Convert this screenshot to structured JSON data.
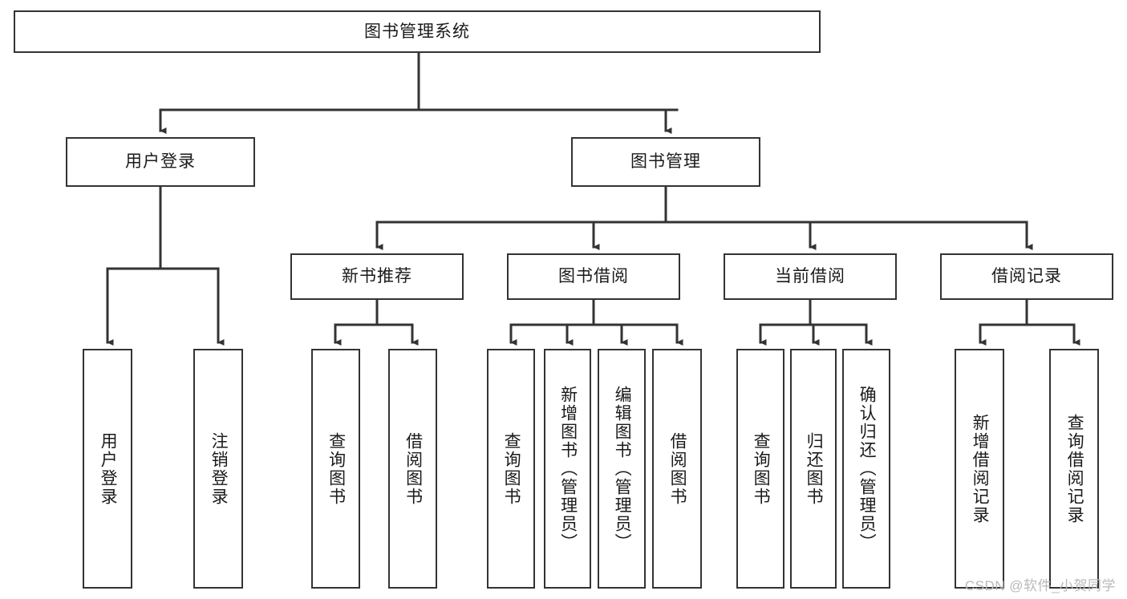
{
  "diagram": {
    "title": "图书管理系统",
    "type": "tree",
    "watermark": "CSDN @软件_小贺同学",
    "colors": {
      "box_border": "#333333",
      "box_fill": "#ffffff",
      "connector": "#333333",
      "text": "#1a1a1a",
      "watermark": "#b9b9b9"
    },
    "nodes": {
      "root": {
        "label": "图书管理系统"
      },
      "level2": [
        {
          "label": "用户登录"
        },
        {
          "label": "图书管理"
        }
      ],
      "level3": [
        {
          "label": "新书推荐"
        },
        {
          "label": "图书借阅"
        },
        {
          "label": "当前借阅"
        },
        {
          "label": "借阅记录"
        }
      ],
      "leaves": {
        "user_login": [
          {
            "label": "用户登录"
          },
          {
            "label": "注销登录"
          }
        ],
        "new_book": [
          {
            "label": "查询图书"
          },
          {
            "label": "借阅图书"
          }
        ],
        "borrow": [
          {
            "label": "查询图书"
          },
          {
            "label": "新增图书（管理员）"
          },
          {
            "label": "编辑图书（管理员）"
          },
          {
            "label": "借阅图书"
          }
        ],
        "current": [
          {
            "label": "查询图书"
          },
          {
            "label": "归还图书"
          },
          {
            "label": "确认归还（管理员）"
          }
        ],
        "records": [
          {
            "label": "新增借阅记录"
          },
          {
            "label": "查询借阅记录"
          }
        ]
      }
    }
  }
}
